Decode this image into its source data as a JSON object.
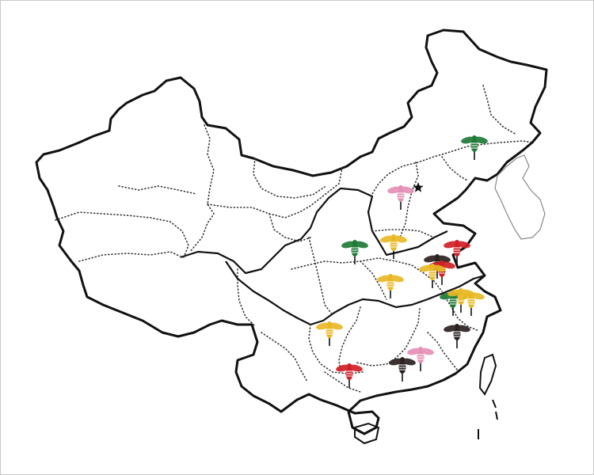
{
  "map": {
    "markers": [
      {
        "id": "beijing-star",
        "kind": "star",
        "color": "#111111",
        "icon": "star-icon"
      },
      {
        "id": "bee-heilongjiang",
        "kind": "bee",
        "color": "#1e7a36",
        "icon": "bee-icon"
      },
      {
        "id": "bee-shanxi",
        "kind": "bee",
        "color": "#e58fb6",
        "icon": "bee-icon"
      },
      {
        "id": "bee-gansu",
        "kind": "bee",
        "color": "#1e7a36",
        "icon": "bee-icon"
      },
      {
        "id": "bee-henan-north",
        "kind": "bee",
        "color": "#e8b825",
        "icon": "bee-icon"
      },
      {
        "id": "bee-shandong",
        "kind": "bee",
        "color": "#d01f26",
        "icon": "bee-icon"
      },
      {
        "id": "bee-jiangsu-black",
        "kind": "bee",
        "color": "#2b2120",
        "icon": "bee-icon"
      },
      {
        "id": "bee-jiangsu-red",
        "kind": "bee",
        "color": "#d01f26",
        "icon": "bee-icon"
      },
      {
        "id": "bee-jiangsu-yellow",
        "kind": "bee",
        "color": "#e8b825",
        "icon": "bee-icon"
      },
      {
        "id": "bee-henan-south",
        "kind": "bee",
        "color": "#e8b825",
        "icon": "bee-icon"
      },
      {
        "id": "bee-zhejiang-green",
        "kind": "bee",
        "color": "#1e7a36",
        "icon": "bee-icon"
      },
      {
        "id": "bee-zhejiang-yellow-a",
        "kind": "bee",
        "color": "#e8b825",
        "icon": "bee-icon"
      },
      {
        "id": "bee-zhejiang-yellow-b",
        "kind": "bee",
        "color": "#e8b825",
        "icon": "bee-icon"
      },
      {
        "id": "bee-fujian-black",
        "kind": "bee",
        "color": "#2b2120",
        "icon": "bee-icon"
      },
      {
        "id": "bee-guizhou",
        "kind": "bee",
        "color": "#e8b825",
        "icon": "bee-icon"
      },
      {
        "id": "bee-jiangxi-pink",
        "kind": "bee",
        "color": "#e58fb6",
        "icon": "bee-icon"
      },
      {
        "id": "bee-guangdong-black",
        "kind": "bee",
        "color": "#2b2120",
        "icon": "bee-icon"
      },
      {
        "id": "bee-guangxi",
        "kind": "bee",
        "color": "#d01f26",
        "icon": "bee-icon"
      }
    ]
  }
}
